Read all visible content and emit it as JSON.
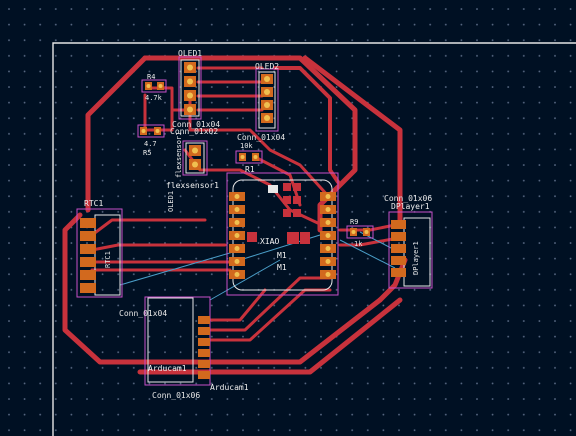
{
  "colors": {
    "background": "#001023",
    "grid_dot": "#5b6b86",
    "board_edge": "#e6e6e6",
    "copper": "#c8323c",
    "silkscreen": "#e8e8e8",
    "courtyard": "#c84fc8",
    "pad": "#d2691e",
    "pad_hole": "#f0c050",
    "ratsnest": "#4a9ec8",
    "ref_text": "#f0f0f0"
  },
  "labels": {
    "oled1": "OLED1",
    "oled2": "OLED2",
    "r4": "R4",
    "r4_val": "4.7k",
    "r5": "R5",
    "r5_val": "4.7",
    "conn_01x04_top": "Conn_01x04",
    "conn_01x02": "Conn_01x02",
    "conn_01x04_oled2": "Conn_01x04",
    "flexsensor_vertical": "flexsensor1",
    "flexsensor": "flexsensor1",
    "oled1_vertical": "OLED1",
    "r1": "R1",
    "r1_val": "10k",
    "rtc1": "RTC1",
    "conn_01x06_right": "Conn_01x06",
    "dplayer1": "DPlayer1",
    "dplayer1_vertical": "DPlayer1",
    "r9": "R9",
    "r9_val": "1k",
    "xiao": "XIAO",
    "m1a": "M1",
    "m1b": "M1",
    "conn_01x04_cam": "Conn_01x04",
    "arducam1": "Arducam1",
    "arducam1_b": "Arducam1",
    "conn_01x06_bottom": "Conn_01x06",
    "rtc_vertical": "RTC1"
  }
}
